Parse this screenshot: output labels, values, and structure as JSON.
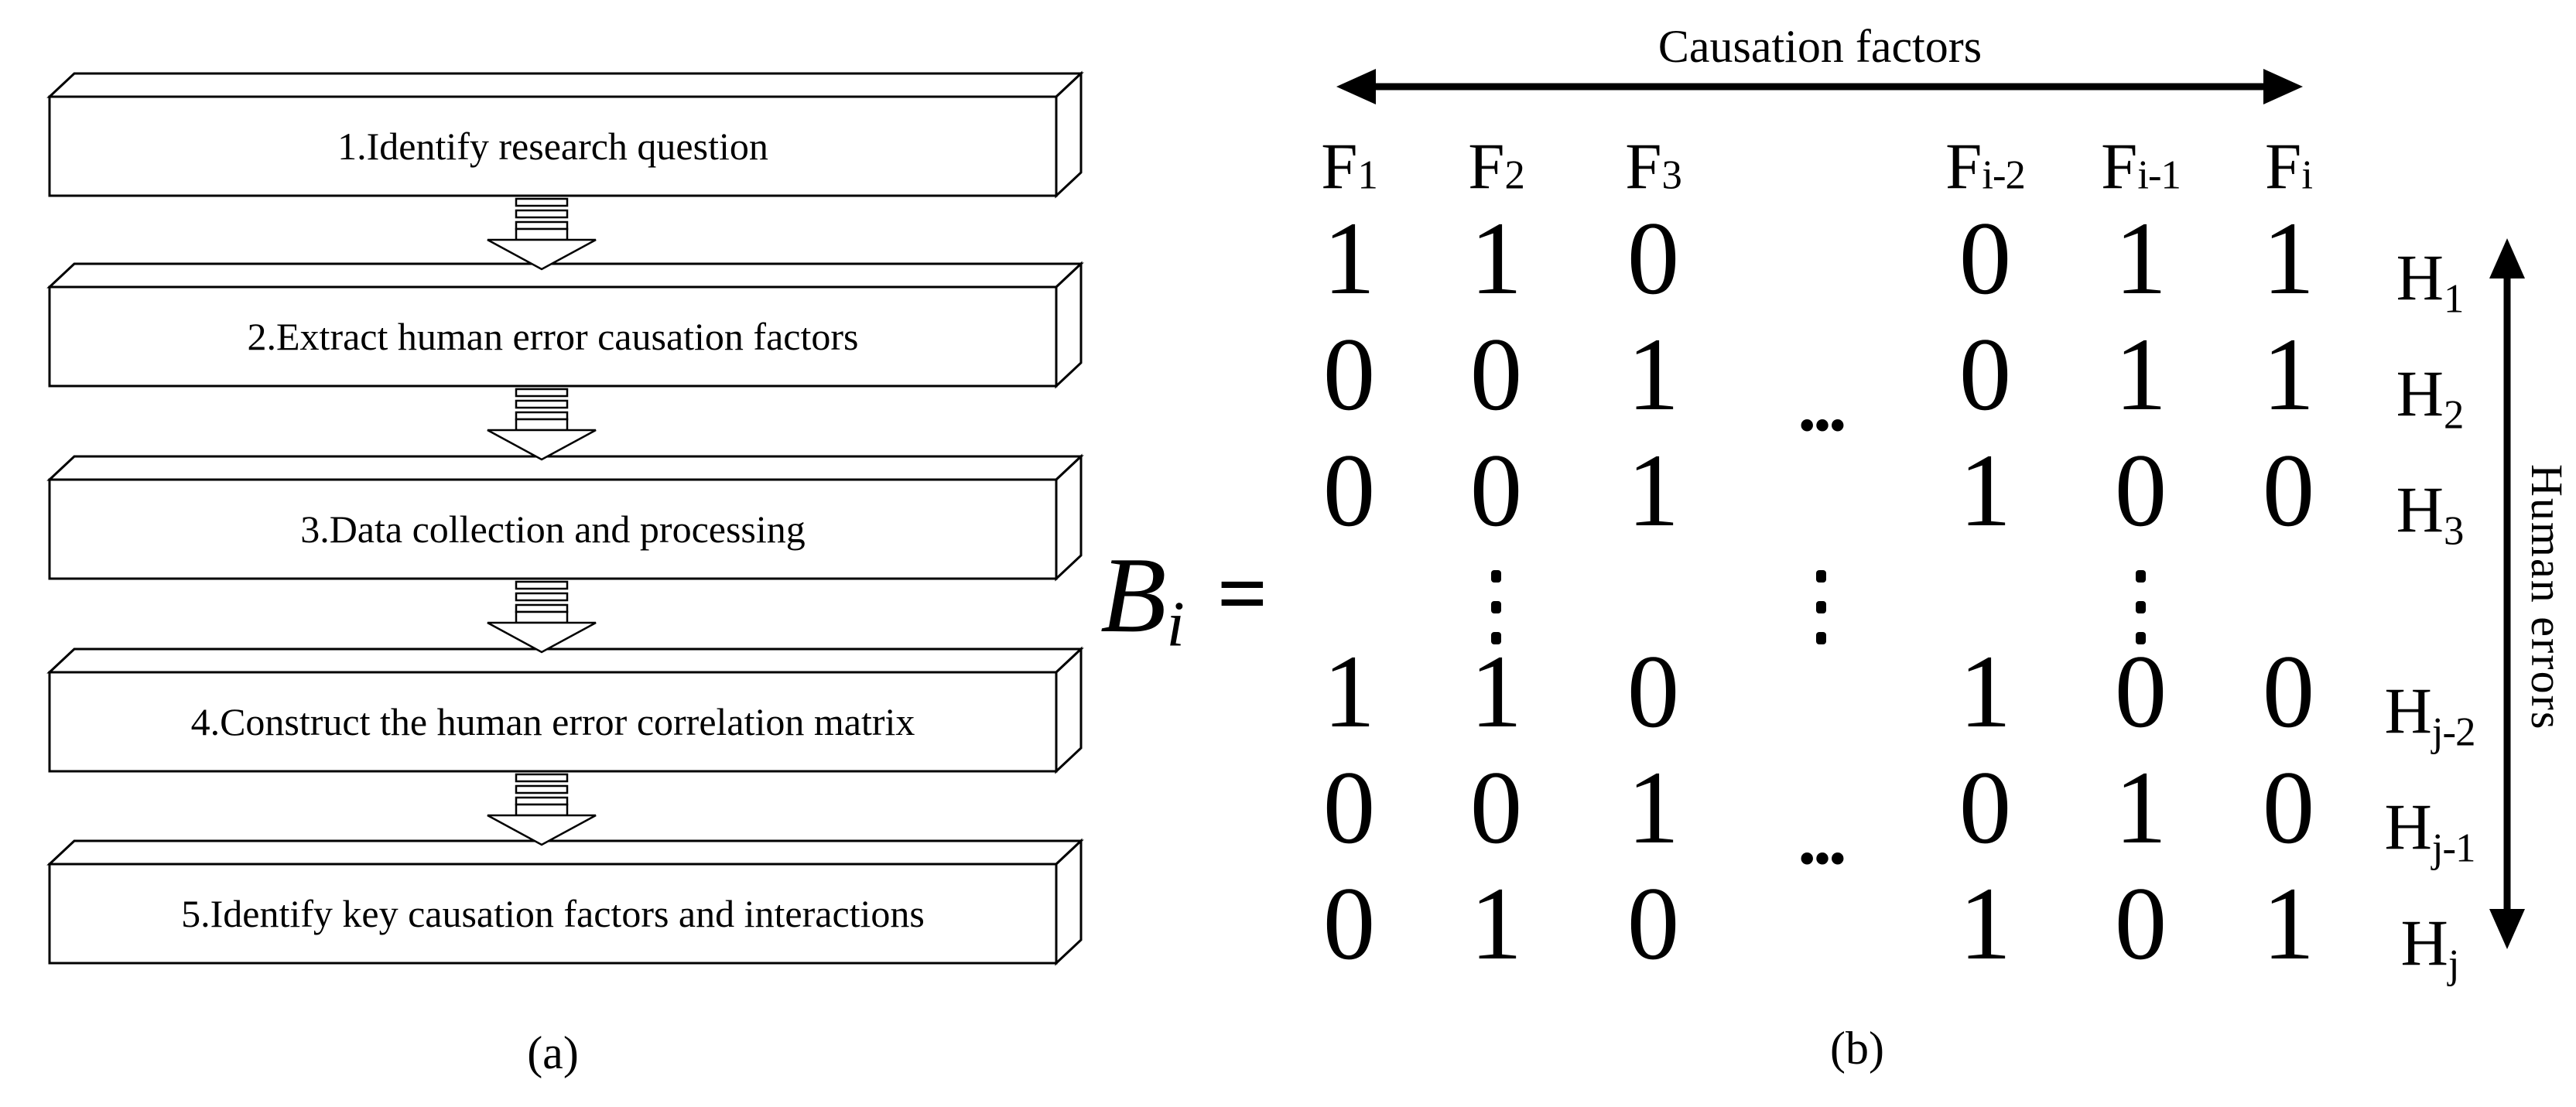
{
  "page": {
    "background": "#ffffff",
    "ink": "#000000"
  },
  "figure_a": {
    "caption": "(a)",
    "steps": [
      {
        "label": "1.Identify research question"
      },
      {
        "label": "2.Extract human error causation factors"
      },
      {
        "label": "3.Data collection and processing"
      },
      {
        "label": "4.Construct the human error correlation matrix"
      },
      {
        "label": "5.Identify key causation factors and interactions"
      }
    ]
  },
  "figure_b": {
    "caption": "(b)",
    "equation": {
      "symbol": "B",
      "subscript": "i",
      "operator": "="
    },
    "columns_axis": {
      "label": "Causation factors"
    },
    "rows_axis": {
      "label": "Human errors"
    },
    "matrix": {
      "type": "table",
      "column_headers": [
        {
          "base": "F",
          "sub": "1"
        },
        {
          "base": "F",
          "sub": "2"
        },
        {
          "base": "F",
          "sub": "3"
        },
        {
          "base": "",
          "sub": ""
        },
        {
          "base": "F",
          "sub": "i-2"
        },
        {
          "base": "F",
          "sub": "i-1"
        },
        {
          "base": "F",
          "sub": "i"
        }
      ],
      "rows": [
        {
          "label": {
            "base": "H",
            "sub": "1"
          },
          "cells": [
            "1",
            "1",
            "0",
            "",
            "0",
            "1",
            "1"
          ]
        },
        {
          "label": {
            "base": "H",
            "sub": "2"
          },
          "cells": [
            "0",
            "0",
            "1",
            "...",
            "0",
            "1",
            "1"
          ]
        },
        {
          "label": {
            "base": "H",
            "sub": "3"
          },
          "cells": [
            "0",
            "0",
            "1",
            "",
            "1",
            "0",
            "0"
          ]
        },
        {
          "label": null,
          "cells": [
            "",
            "⋮",
            "",
            "⋮",
            "",
            "⋮",
            ""
          ]
        },
        {
          "label": {
            "base": "H",
            "sub": "j-2"
          },
          "cells": [
            "1",
            "1",
            "0",
            "",
            "1",
            "0",
            "0"
          ]
        },
        {
          "label": {
            "base": "H",
            "sub": "j-1"
          },
          "cells": [
            "0",
            "0",
            "1",
            "...",
            "0",
            "1",
            "0"
          ]
        },
        {
          "label": {
            "base": "H",
            "sub": "j"
          },
          "cells": [
            "0",
            "1",
            "0",
            "",
            "1",
            "0",
            "1"
          ]
        }
      ]
    }
  }
}
